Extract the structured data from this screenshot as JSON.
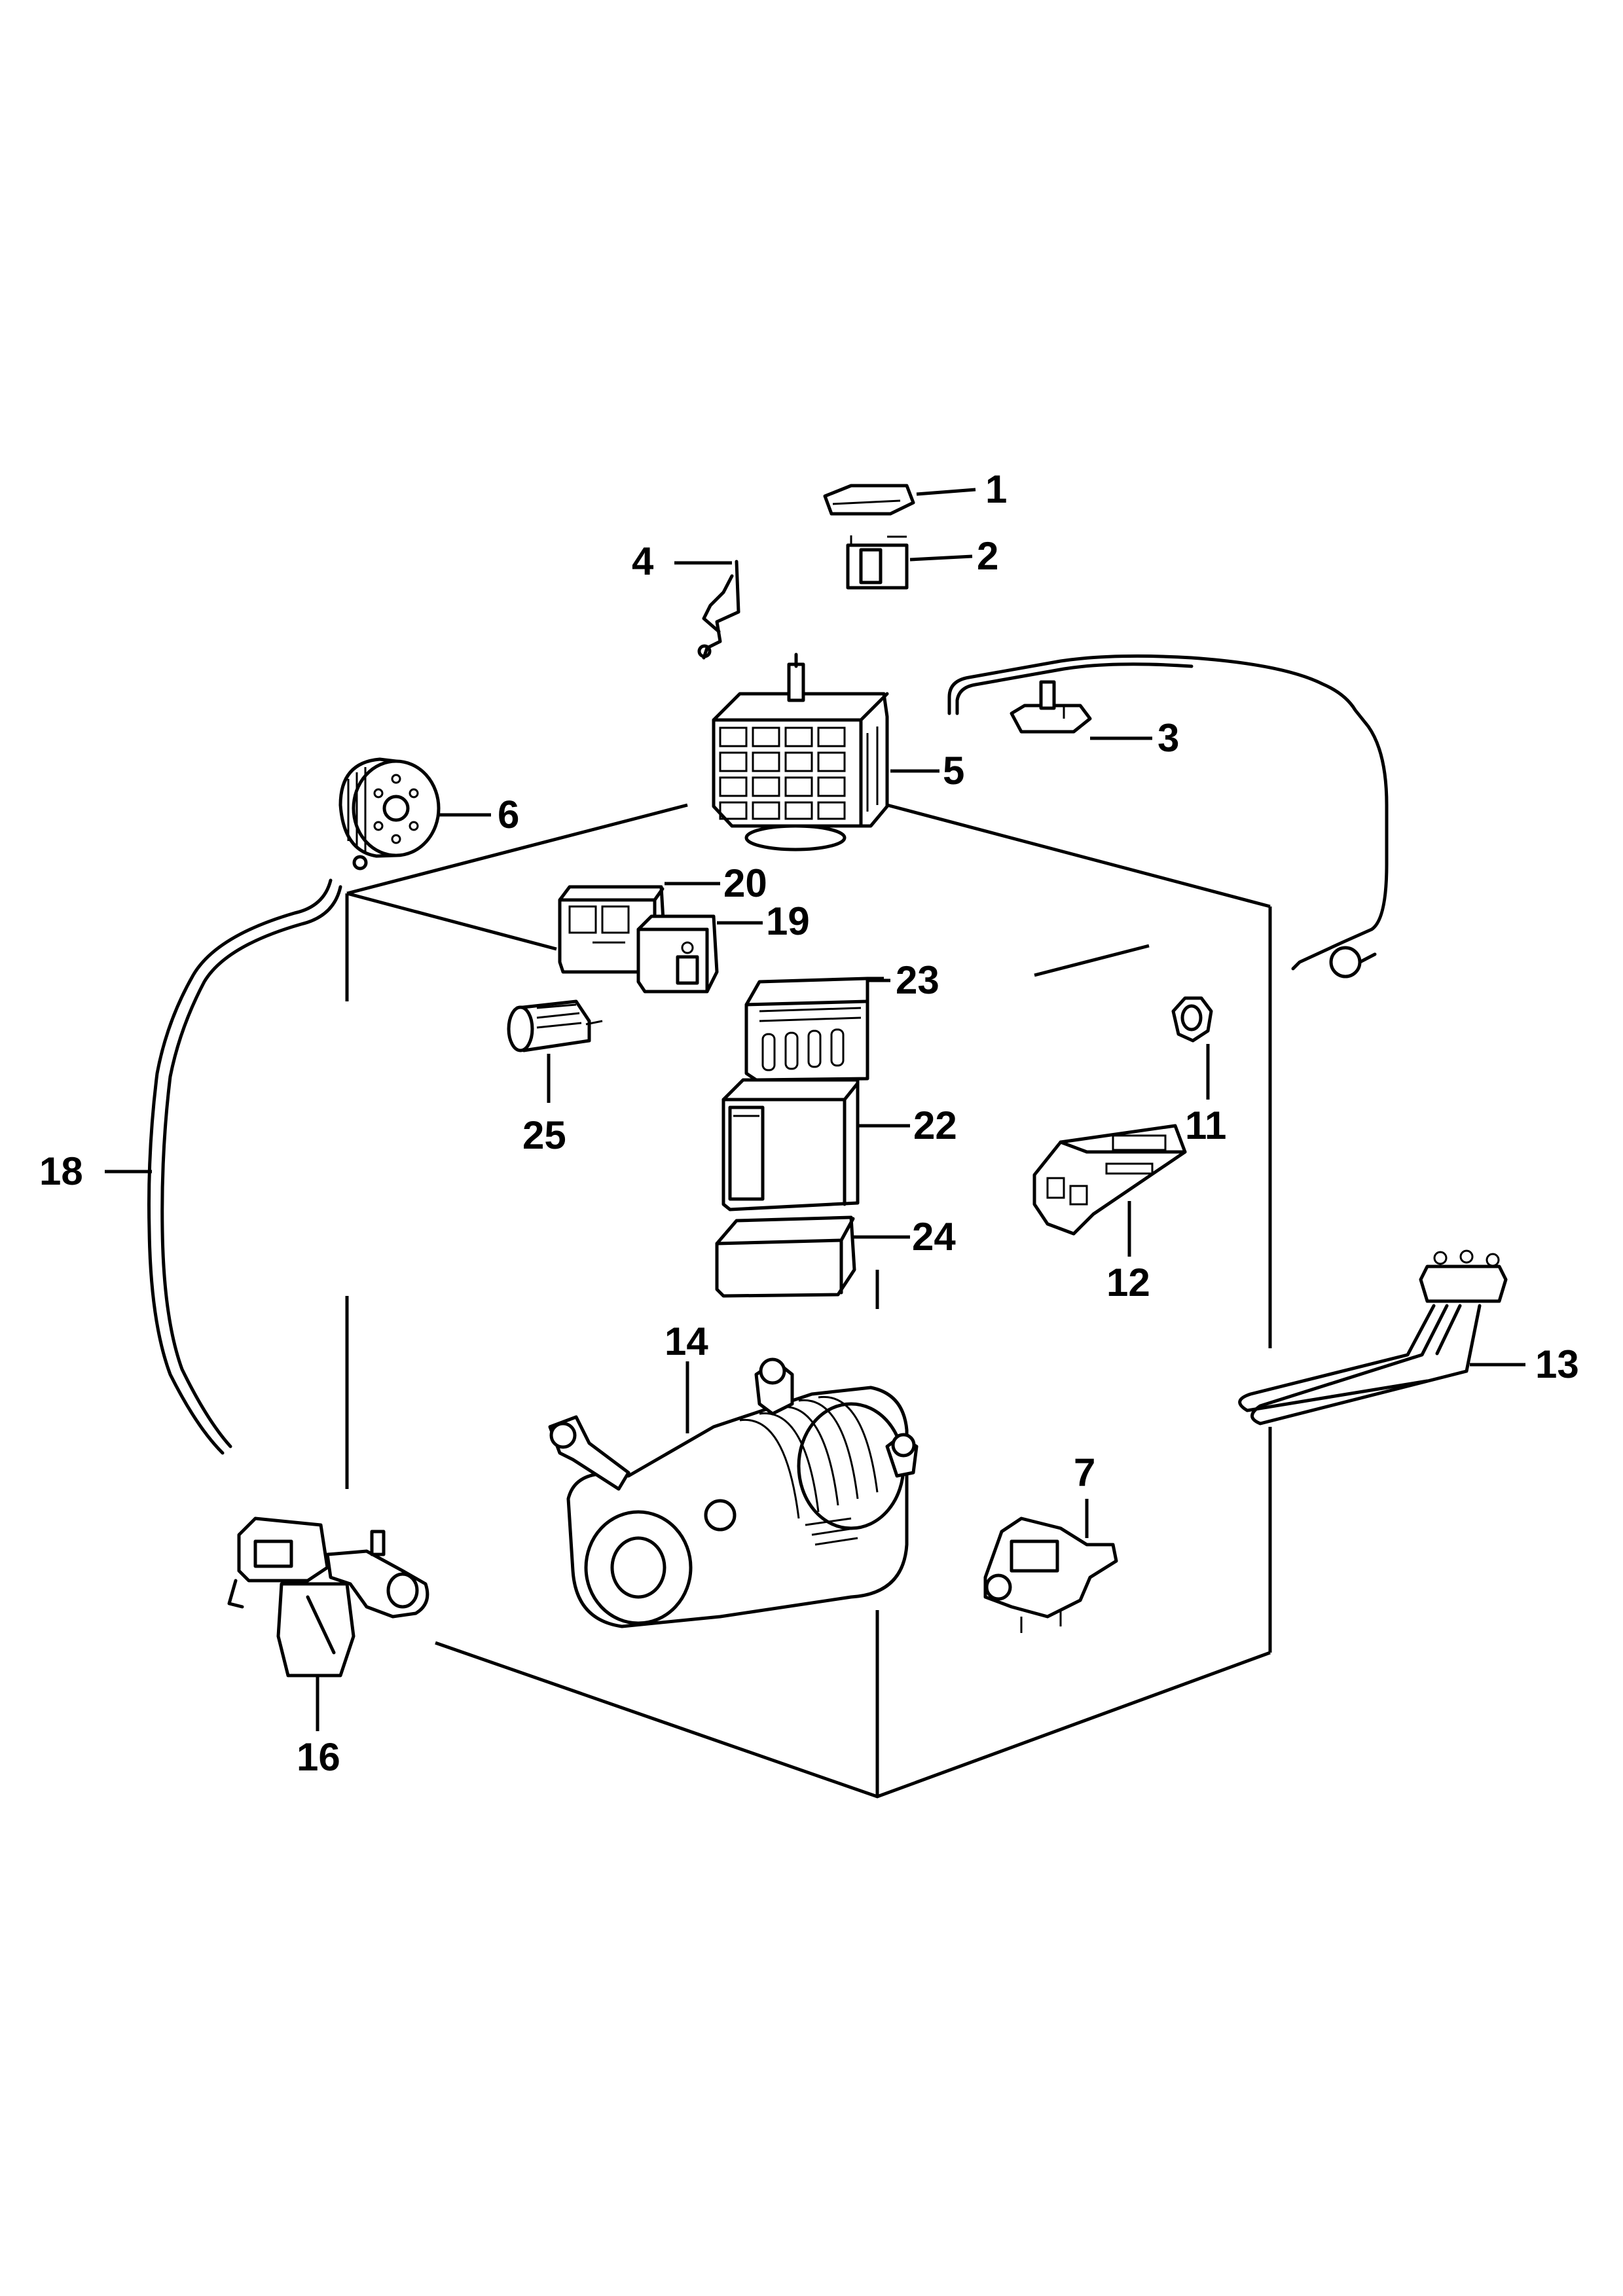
{
  "callouts": {
    "c1": "1",
    "c2": "2",
    "c3": "3",
    "c4": "4",
    "c5": "5",
    "c6": "6",
    "c7": "7",
    "c11": "11",
    "c12": "12",
    "c13": "13",
    "c14": "14",
    "c16": "16",
    "c18": "18",
    "c19": "19",
    "c20": "20",
    "c22": "22",
    "c23": "23",
    "c24": "24",
    "c25": "25"
  }
}
